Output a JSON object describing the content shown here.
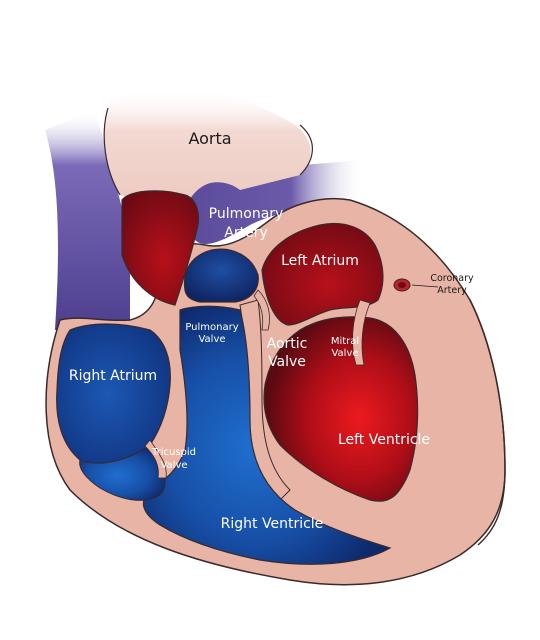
{
  "labels": {
    "aorta": "Aorta",
    "pulmonary_artery_line1": "Pulmonary",
    "pulmonary_artery_line2": "Artery",
    "left_atrium": "Left Atrium",
    "coronary_artery_line1": "Coronary",
    "coronary_artery_line2": "Artery",
    "pulmonary_valve_line1": "Pulmonary",
    "pulmonary_valve_line2": "Valve",
    "aortic_valve_line1": "Aortic",
    "aortic_valve_line2": "Valve",
    "mitral_valve_line1": "Mitral",
    "mitral_valve_line2": "Valve",
    "right_atrium": "Right Atrium",
    "tricuspid_valve_line1": "Tricuspid",
    "tricuspid_valve_line2": "Valve",
    "left_ventricle": "Left Ventricle",
    "right_ventricle": "Right Ventricle"
  },
  "colors": {
    "tissue": "#e8b4a6",
    "tissue_outline": "#3a2a2a",
    "aorta_wall": "#f2d9d2",
    "vena_cava": "#5b4a9a",
    "oxygen_rich_red": "#d0101a",
    "oxygen_rich_dark": "#5a0a12",
    "oxygen_poor_blue": "#1a5fc0",
    "oxygen_poor_dark": "#0e2a6e",
    "label_light": "#ffffff",
    "label_dark": "#1a1a1a"
  }
}
